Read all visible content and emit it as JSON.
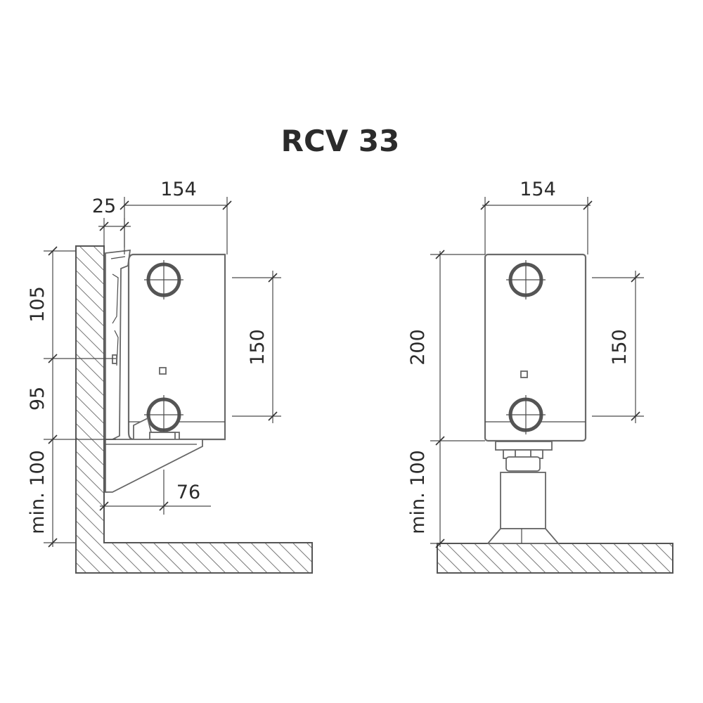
{
  "title": "RCV 33",
  "left_view": {
    "dim_width": "154",
    "dim_offset": "25",
    "dim_top": "105",
    "dim_middle": "95",
    "dim_bottom": "min. 100",
    "dim_connections": "150",
    "dim_bracket": "76"
  },
  "right_view": {
    "dim_width": "154",
    "dim_height": "200",
    "dim_bottom": "min. 100",
    "dim_connections": "150"
  }
}
